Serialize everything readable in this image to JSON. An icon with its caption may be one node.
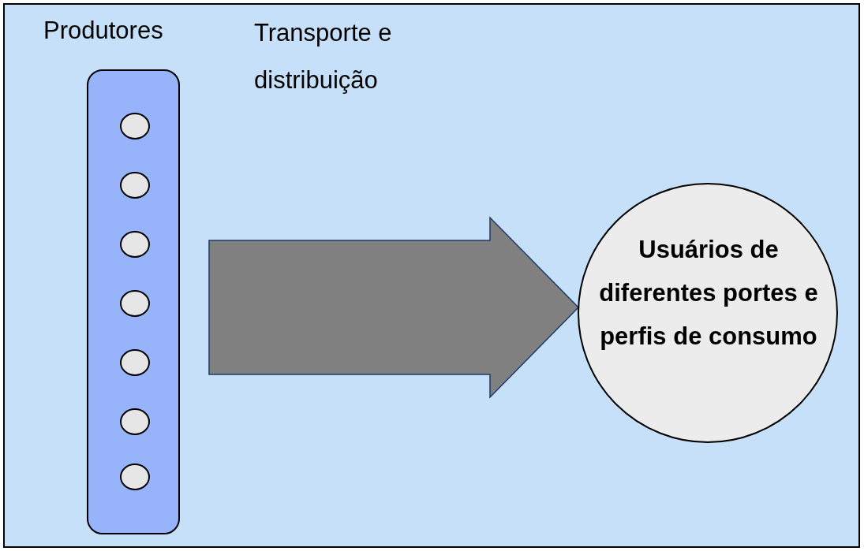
{
  "diagram": {
    "nodes": [
      {
        "text": [
          "Produtores"
        ]
      },
      {
        "text": [],
        "shape": "circle",
        "in": 0
      },
      {
        "text": [],
        "shape": "circle",
        "in": 0
      },
      {
        "text": [],
        "shape": "circle",
        "in": 0
      },
      {
        "text": [],
        "shape": "circle",
        "in": 0
      },
      {
        "text": [],
        "shape": "circle",
        "in": 0
      },
      {
        "text": [],
        "shape": "circle",
        "in": 0
      },
      {
        "text": [],
        "shape": "circle",
        "in": 0
      },
      {
        "text": [
          "Usuários de diferentes portes e perfis de consumo"
        ]
      }
    ],
    "edges": [
      {
        "from": 0,
        "to": 8,
        "arrow": "to",
        "style": "thick"
      }
    ],
    "labels": [
      "Transporte e distribuição"
    ]
  }
}
